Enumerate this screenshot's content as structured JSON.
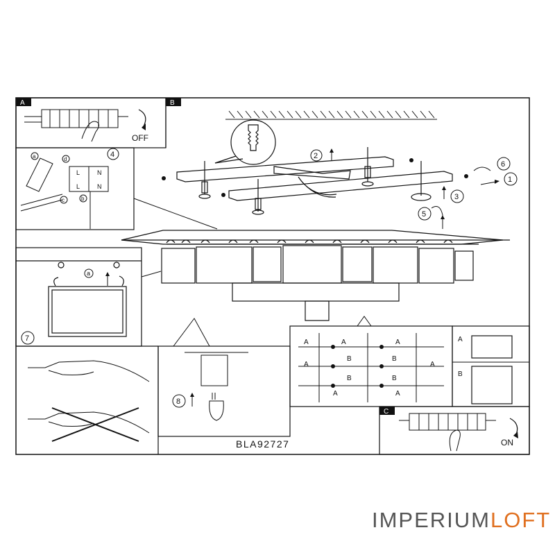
{
  "panels": {
    "a": {
      "tag": "A",
      "off_label": "OFF"
    },
    "b": {
      "tag": "B"
    },
    "c": {
      "tag": "C",
      "on_label": "ON"
    }
  },
  "wiring": {
    "step": "4",
    "letters": [
      "a",
      "b",
      "c",
      "d"
    ],
    "terminal_top": [
      "L",
      "N"
    ],
    "terminal_bottom": [
      "L",
      "N"
    ]
  },
  "steps": [
    "1",
    "2",
    "3",
    "5",
    "6",
    "7",
    "8"
  ],
  "hang_detail": {
    "letter": "a"
  },
  "glass_types": [
    "A",
    "B"
  ],
  "model_code": "BLA92727",
  "brand": {
    "part1": "IMPERIUM",
    "part2": "LOFT"
  },
  "colors": {
    "ink": "#111111",
    "brand_gray": "#555555",
    "brand_orange": "#e07020"
  }
}
